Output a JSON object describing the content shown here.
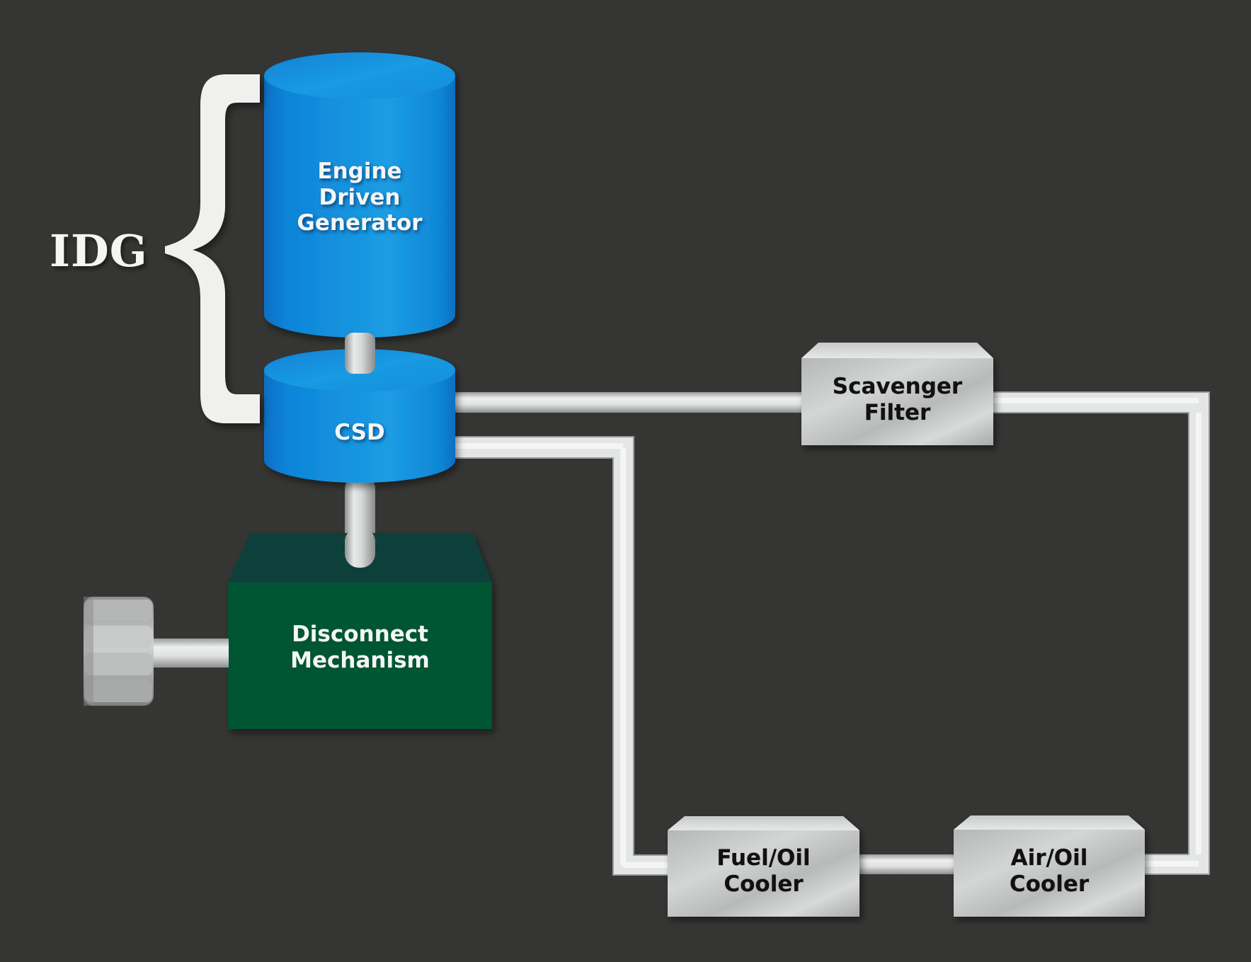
{
  "diagram": {
    "title_label": "IDG",
    "components": {
      "generator": {
        "lines": [
          "Engine",
          "Driven",
          "Generator"
        ]
      },
      "csd": {
        "lines": [
          "CSD"
        ]
      },
      "disconnect": {
        "lines": [
          "Disconnect",
          "Mechanism"
        ]
      },
      "scavenger_filter": {
        "lines": [
          "Scavenger",
          "Filter"
        ]
      },
      "fuel_oil_cooler": {
        "lines": [
          "Fuel/Oil",
          "Cooler"
        ]
      },
      "air_oil_cooler": {
        "lines": [
          "Air/Oil",
          "Cooler"
        ]
      }
    },
    "connections": [
      {
        "from": "Engine Driven Generator",
        "to": "CSD",
        "type": "shaft"
      },
      {
        "from": "CSD",
        "to": "Disconnect Mechanism",
        "type": "shaft"
      },
      {
        "from": "Drive Gear",
        "to": "Disconnect Mechanism",
        "type": "shaft"
      },
      {
        "from": "CSD",
        "to": "Scavenger Filter",
        "type": "oil-line"
      },
      {
        "from": "Scavenger Filter",
        "to": "Air/Oil Cooler",
        "type": "oil-line"
      },
      {
        "from": "Air/Oil Cooler",
        "to": "Fuel/Oil Cooler",
        "type": "oil-line"
      },
      {
        "from": "Fuel/Oil Cooler",
        "to": "CSD",
        "type": "oil-line"
      }
    ],
    "icons": {
      "gear": "drive-gear-icon",
      "brace": "curly-brace-icon"
    },
    "colors": {
      "background": "#353634",
      "cylinder_blue": "#0d84d8",
      "cylinder_blue_light": "#1c9de3",
      "disconnect_front": "#015533",
      "disconnect_top": "#0f403a",
      "metal_light": "#e6e8e8",
      "metal_dark": "#9a9c9c",
      "brace": "#f0f1ef"
    }
  }
}
